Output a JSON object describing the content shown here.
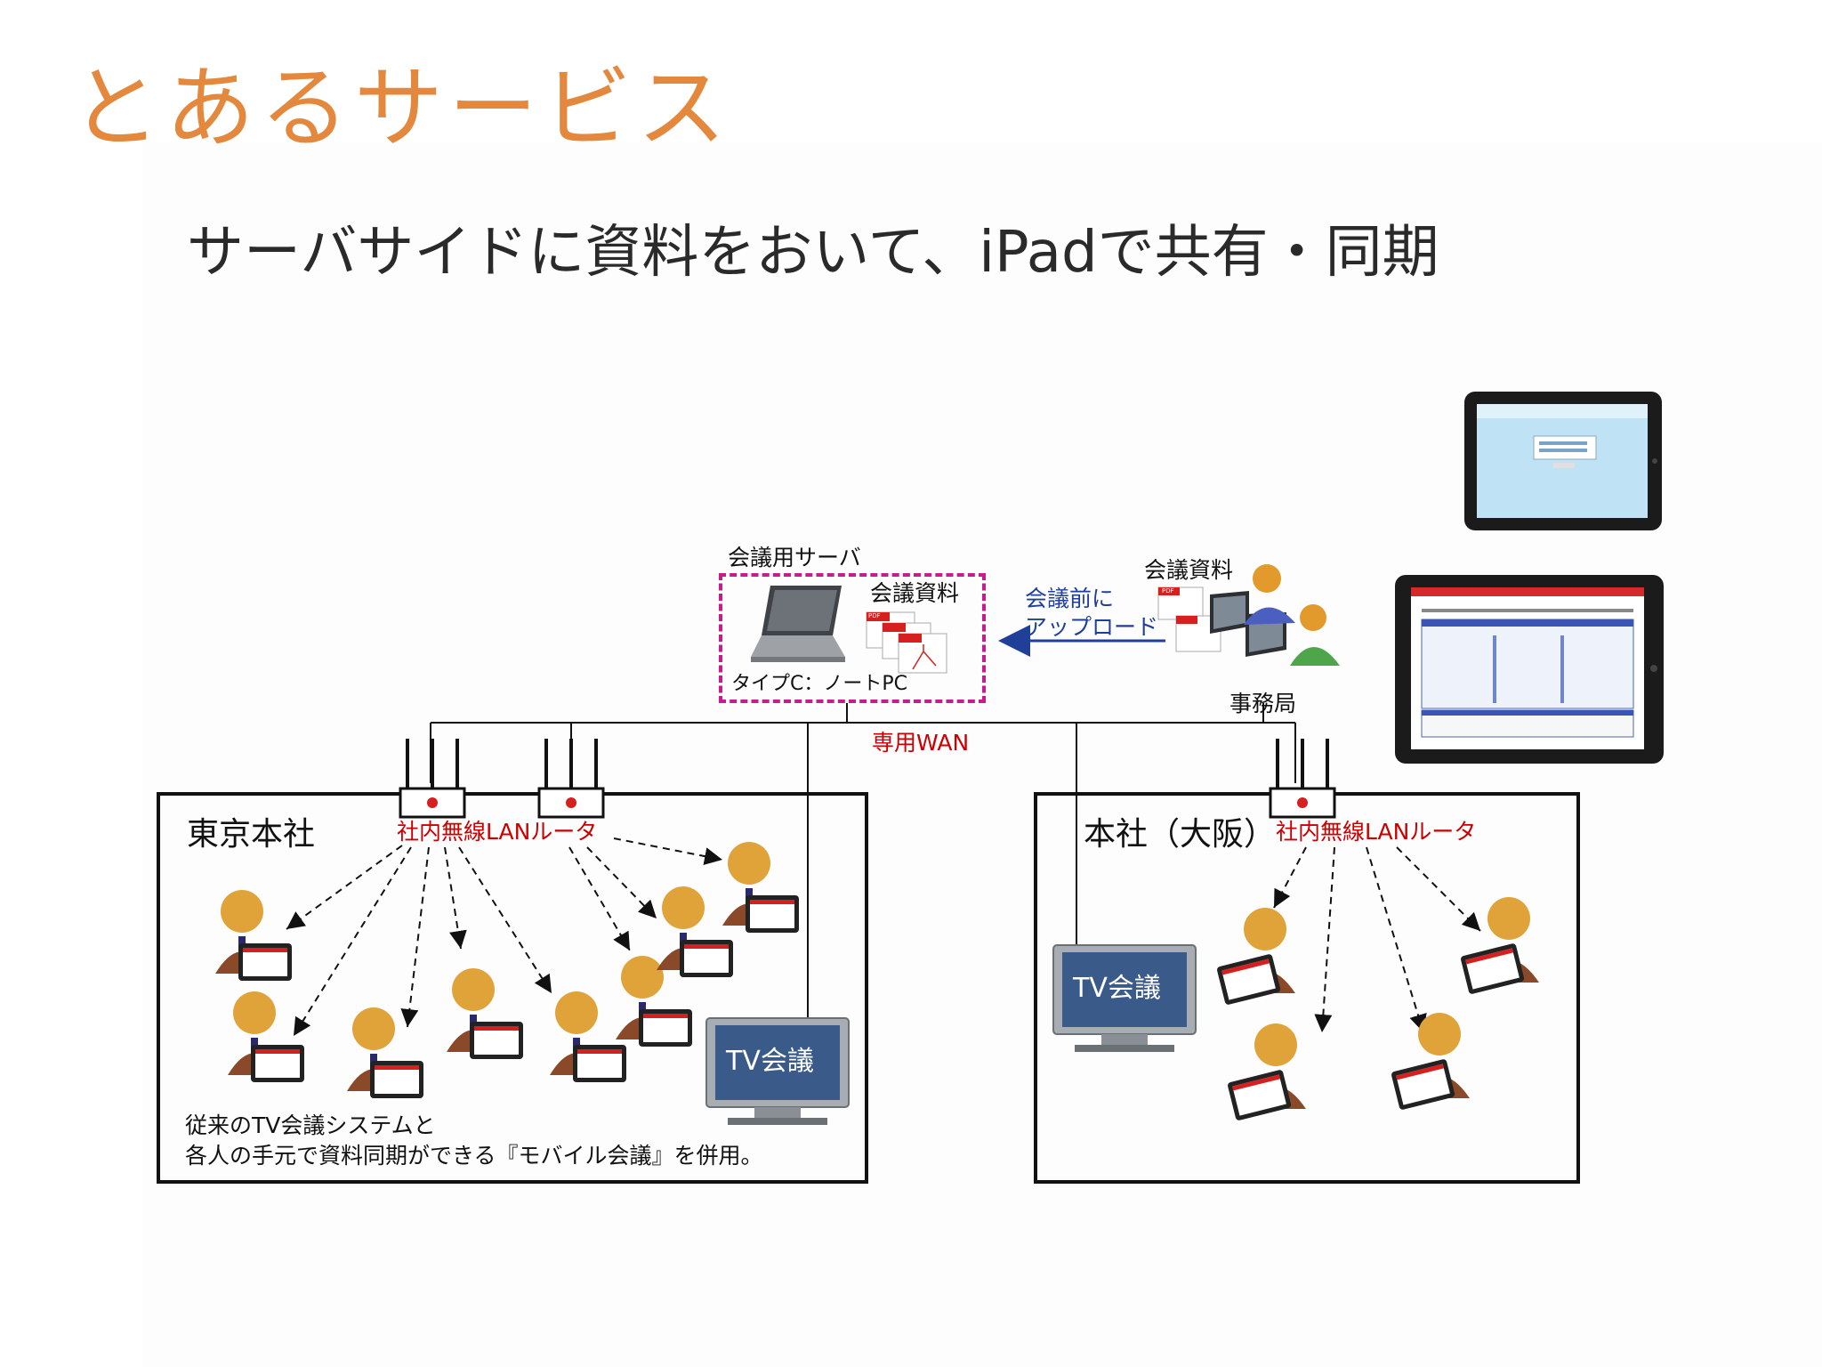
{
  "slide": {
    "title": "とあるサービス",
    "subtitle": "サーバサイドに資料をおいて、iPadで共有・同期"
  },
  "diagram": {
    "server": {
      "label": "会議用サーバ",
      "docs_label": "会議資料",
      "laptop_label": "タイプC：ノートPC",
      "pdf_badge": "PDF"
    },
    "upload_label_line1": "会議前に",
    "upload_label_line2": "アップロード",
    "office": {
      "docs_label": "会議資料",
      "label": "事務局",
      "pdf_badge": "PDF"
    },
    "wan_label": "専用WAN",
    "tokyo": {
      "label": "東京本社",
      "router_label": "社内無線LANルータ",
      "tv_label": "TV会議",
      "note_line1": "従来のTV会議システムと",
      "note_line2": "各人の手元で資料同期ができる『モバイル会議』を併用。"
    },
    "osaka": {
      "label": "本社（大阪）",
      "router_label": "社内無線LANルータ",
      "tv_label": "TV会議"
    }
  },
  "colors": {
    "title": "#e3883c",
    "router_label": "#cc0000",
    "upload_label": "#1f3f99",
    "server_box_border": "#c41d8e"
  }
}
